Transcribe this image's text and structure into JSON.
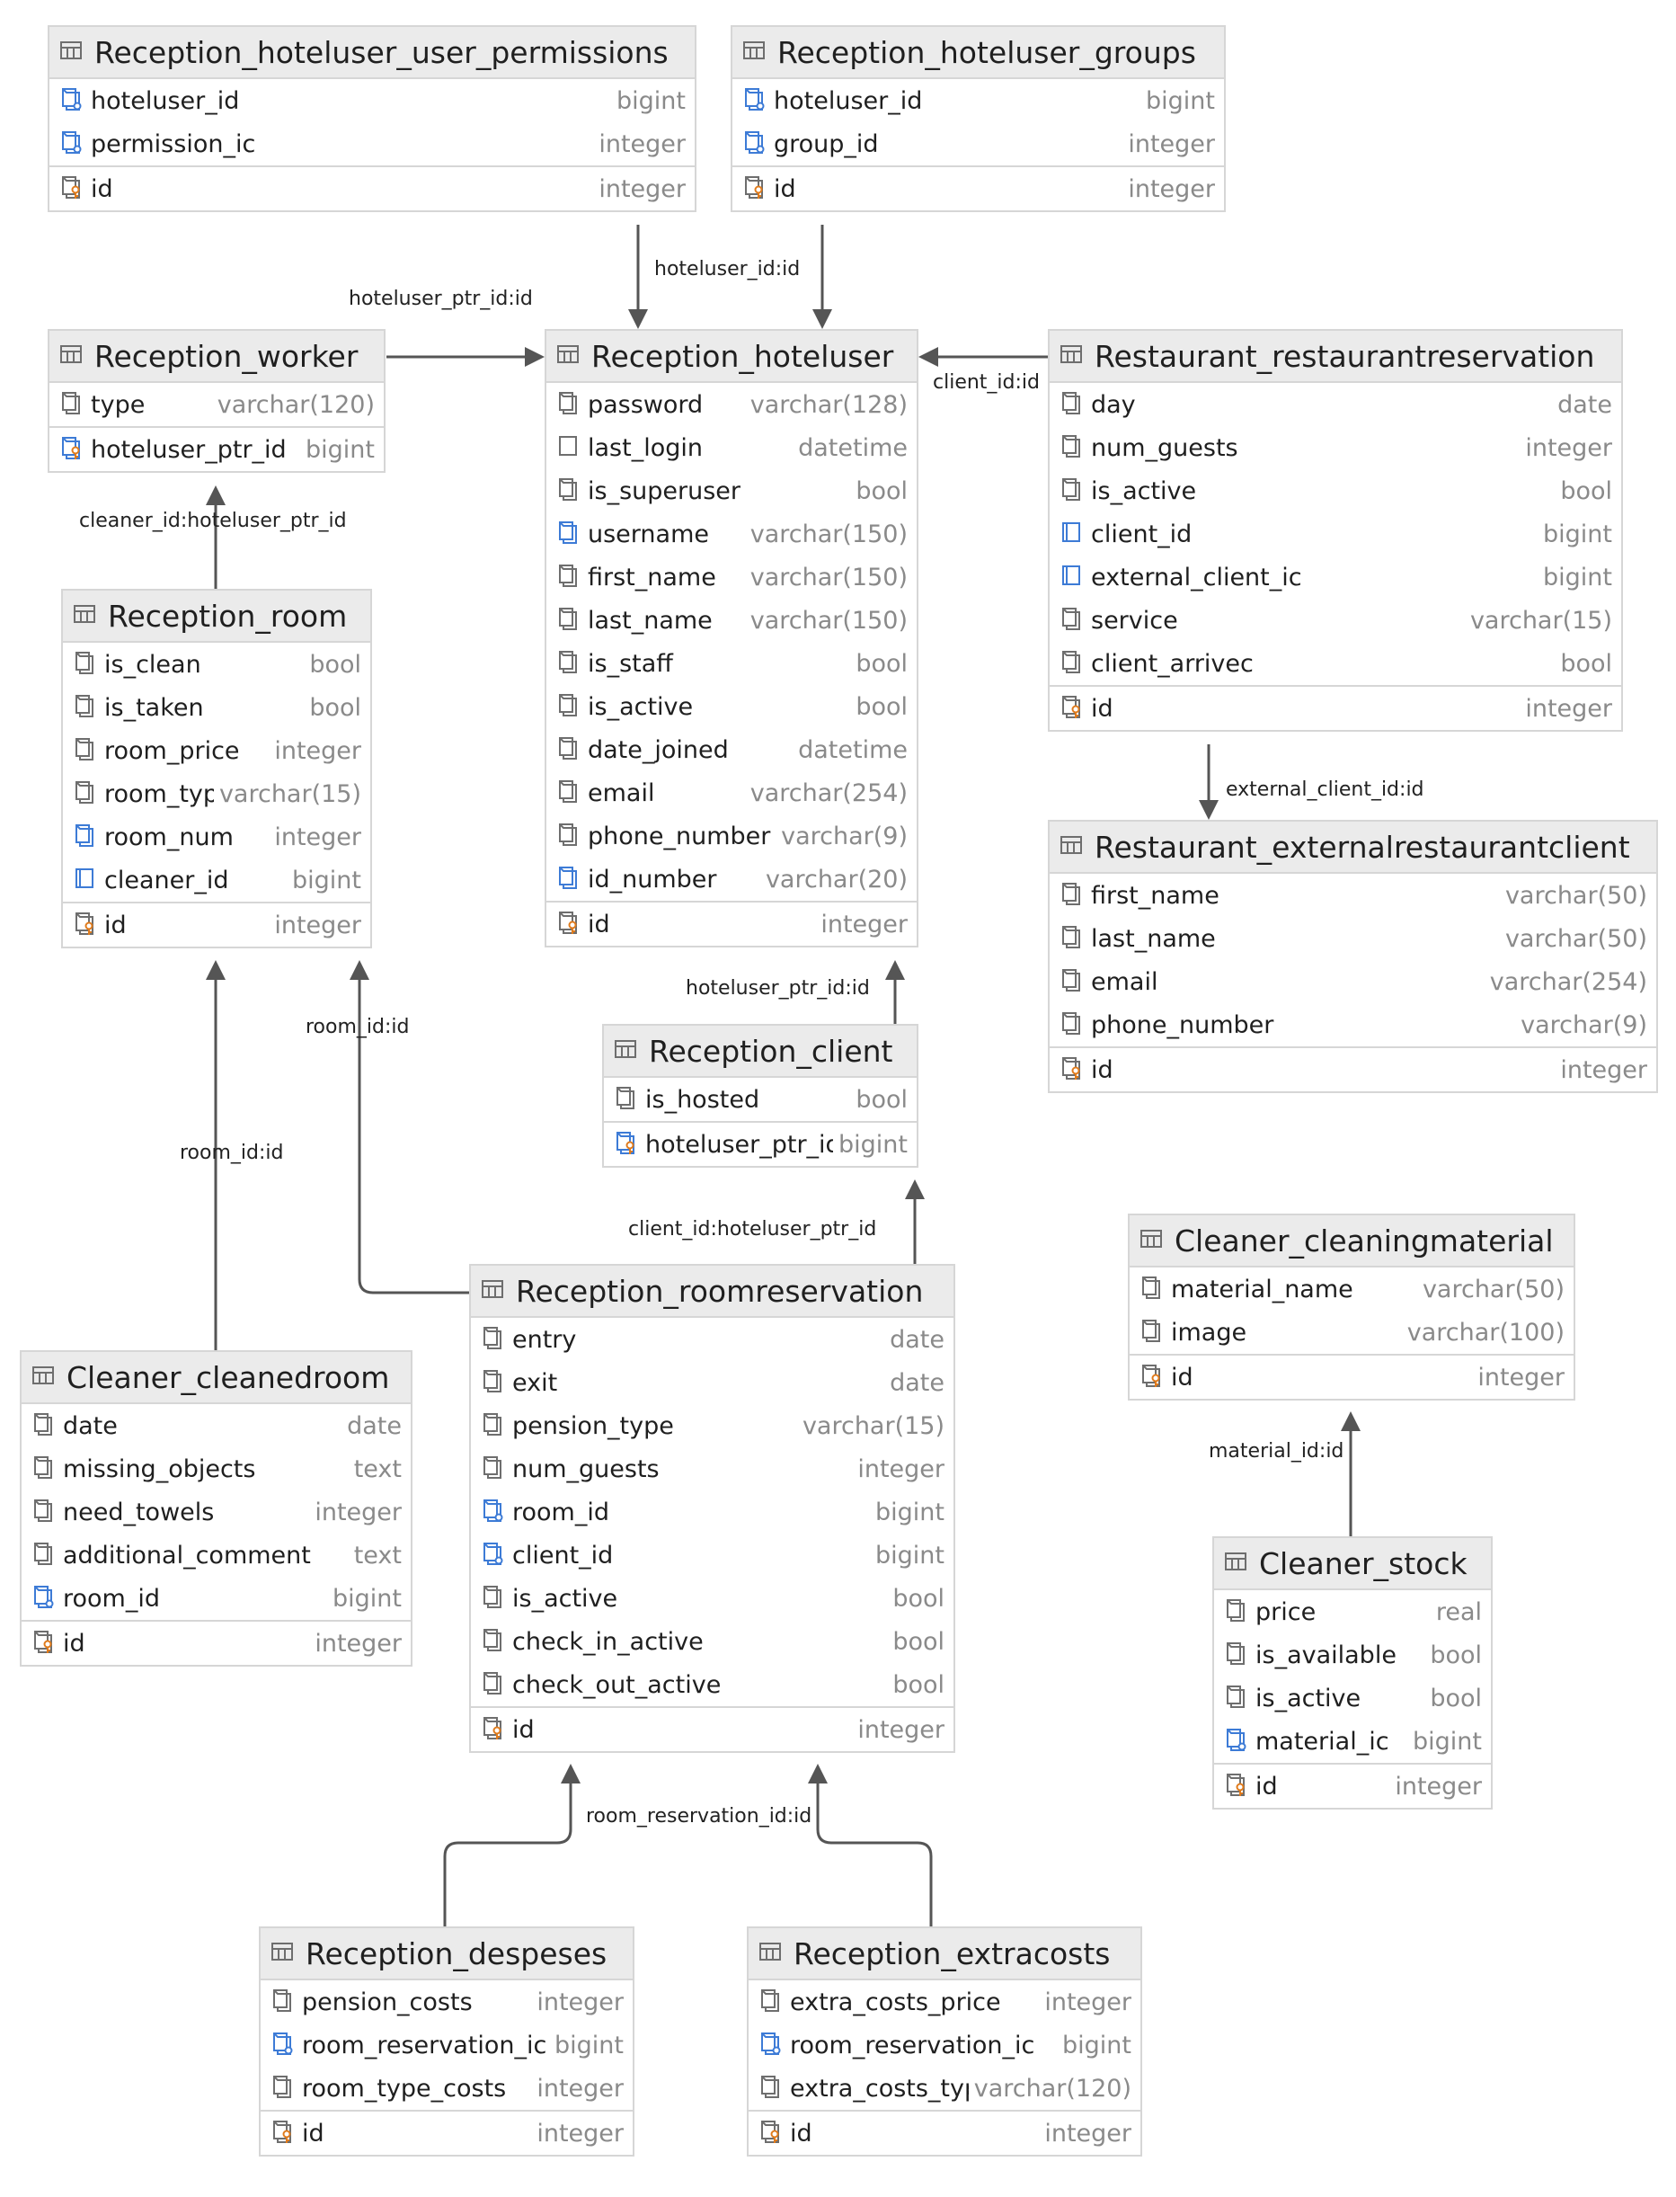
{
  "colors": {
    "header_bg": "#ebebeb",
    "border": "#d6d6d6",
    "line": "#555555",
    "fk_icon": "#3d7bd6",
    "pk_key": "#e07b1c",
    "type_text": "#8a8a8a"
  },
  "tables": {
    "user_permissions": {
      "title": "Reception_hoteluser_user_permissions",
      "columns": [
        {
          "name": "hoteluser_id",
          "type": "bigint",
          "icon": "foreign-key-icon"
        },
        {
          "name": "permission_ic",
          "type": "integer",
          "icon": "foreign-key-icon"
        }
      ],
      "pk": {
        "name": "id",
        "type": "integer",
        "icon": "primary-key-icon"
      }
    },
    "groups": {
      "title": "Reception_hoteluser_groups",
      "columns": [
        {
          "name": "hoteluser_id",
          "type": "bigint",
          "icon": "foreign-key-icon"
        },
        {
          "name": "group_id",
          "type": "integer",
          "icon": "foreign-key-icon"
        }
      ],
      "pk": {
        "name": "id",
        "type": "integer",
        "icon": "primary-key-icon"
      }
    },
    "worker": {
      "title": "Reception_worker",
      "columns": [
        {
          "name": "type",
          "type": "varchar(120)",
          "icon": "column-icon"
        }
      ],
      "pk": {
        "name": "hoteluser_ptr_id",
        "type": "bigint",
        "icon": "primary-foreign-key-icon"
      }
    },
    "hoteluser": {
      "title": "Reception_hoteluser",
      "columns": [
        {
          "name": "password",
          "type": "varchar(128)",
          "icon": "column-icon"
        },
        {
          "name": "last_login",
          "type": "datetime",
          "icon": "nullable-column-icon"
        },
        {
          "name": "is_superuser",
          "type": "bool",
          "icon": "column-icon"
        },
        {
          "name": "username",
          "type": "varchar(150)",
          "icon": "unique-column-icon"
        },
        {
          "name": "first_name",
          "type": "varchar(150)",
          "icon": "column-icon"
        },
        {
          "name": "last_name",
          "type": "varchar(150)",
          "icon": "column-icon"
        },
        {
          "name": "is_staff",
          "type": "bool",
          "icon": "column-icon"
        },
        {
          "name": "is_active",
          "type": "bool",
          "icon": "column-icon"
        },
        {
          "name": "date_joined",
          "type": "datetime",
          "icon": "column-icon"
        },
        {
          "name": "email",
          "type": "varchar(254)",
          "icon": "column-icon"
        },
        {
          "name": "phone_number",
          "type": "varchar(9)",
          "icon": "column-icon"
        },
        {
          "name": "id_number",
          "type": "varchar(20)",
          "icon": "unique-column-icon"
        }
      ],
      "pk": {
        "name": "id",
        "type": "integer",
        "icon": "primary-key-icon"
      }
    },
    "restaurantreservation": {
      "title": "Restaurant_restaurantreservation",
      "columns": [
        {
          "name": "day",
          "type": "date",
          "icon": "column-icon"
        },
        {
          "name": "num_guests",
          "type": "integer",
          "icon": "column-icon"
        },
        {
          "name": "is_active",
          "type": "bool",
          "icon": "column-icon"
        },
        {
          "name": "client_id",
          "type": "bigint",
          "icon": "nullable-foreign-key-icon"
        },
        {
          "name": "external_client_ic",
          "type": "bigint",
          "icon": "nullable-foreign-key-icon"
        },
        {
          "name": "service",
          "type": "varchar(15)",
          "icon": "column-icon"
        },
        {
          "name": "client_arrivec",
          "type": "bool",
          "icon": "column-icon"
        }
      ],
      "pk": {
        "name": "id",
        "type": "integer",
        "icon": "primary-key-icon"
      }
    },
    "room": {
      "title": "Reception_room",
      "columns": [
        {
          "name": "is_clean",
          "type": "bool",
          "icon": "column-icon"
        },
        {
          "name": "is_taken",
          "type": "bool",
          "icon": "column-icon"
        },
        {
          "name": "room_price",
          "type": "integer",
          "icon": "column-icon"
        },
        {
          "name": "room_type",
          "type": "varchar(15)",
          "icon": "column-icon"
        },
        {
          "name": "room_num",
          "type": "integer",
          "icon": "unique-column-icon"
        },
        {
          "name": "cleaner_id",
          "type": "bigint",
          "icon": "nullable-foreign-key-icon"
        }
      ],
      "pk": {
        "name": "id",
        "type": "integer",
        "icon": "primary-key-icon"
      }
    },
    "externalclient": {
      "title": "Restaurant_externalrestaurantclient",
      "columns": [
        {
          "name": "first_name",
          "type": "varchar(50)",
          "icon": "column-icon"
        },
        {
          "name": "last_name",
          "type": "varchar(50)",
          "icon": "column-icon"
        },
        {
          "name": "email",
          "type": "varchar(254)",
          "icon": "column-icon"
        },
        {
          "name": "phone_number",
          "type": "varchar(9)",
          "icon": "column-icon"
        }
      ],
      "pk": {
        "name": "id",
        "type": "integer",
        "icon": "primary-key-icon"
      }
    },
    "client": {
      "title": "Reception_client",
      "columns": [
        {
          "name": "is_hosted",
          "type": "bool",
          "icon": "column-icon"
        }
      ],
      "pk": {
        "name": "hoteluser_ptr_id",
        "type": "bigint",
        "icon": "primary-foreign-key-icon"
      }
    },
    "cleaningmaterial": {
      "title": "Cleaner_cleaningmaterial",
      "columns": [
        {
          "name": "material_name",
          "type": "varchar(50)",
          "icon": "column-icon"
        },
        {
          "name": "image",
          "type": "varchar(100)",
          "icon": "column-icon"
        }
      ],
      "pk": {
        "name": "id",
        "type": "integer",
        "icon": "primary-key-icon"
      }
    },
    "roomreservation": {
      "title": "Reception_roomreservation",
      "columns": [
        {
          "name": "entry",
          "type": "date",
          "icon": "column-icon"
        },
        {
          "name": "exit",
          "type": "date",
          "icon": "column-icon"
        },
        {
          "name": "pension_type",
          "type": "varchar(15)",
          "icon": "column-icon"
        },
        {
          "name": "num_guests",
          "type": "integer",
          "icon": "column-icon"
        },
        {
          "name": "room_id",
          "type": "bigint",
          "icon": "foreign-key-icon"
        },
        {
          "name": "client_id",
          "type": "bigint",
          "icon": "foreign-key-icon"
        },
        {
          "name": "is_active",
          "type": "bool",
          "icon": "column-icon"
        },
        {
          "name": "check_in_active",
          "type": "bool",
          "icon": "column-icon"
        },
        {
          "name": "check_out_active",
          "type": "bool",
          "icon": "column-icon"
        }
      ],
      "pk": {
        "name": "id",
        "type": "integer",
        "icon": "primary-key-icon"
      }
    },
    "cleanedroom": {
      "title": "Cleaner_cleanedroom",
      "columns": [
        {
          "name": "date",
          "type": "date",
          "icon": "column-icon"
        },
        {
          "name": "missing_objects",
          "type": "text",
          "icon": "column-icon"
        },
        {
          "name": "need_towels",
          "type": "integer",
          "icon": "column-icon"
        },
        {
          "name": "additional_comment",
          "type": "text",
          "icon": "column-icon"
        },
        {
          "name": "room_id",
          "type": "bigint",
          "icon": "foreign-key-icon"
        }
      ],
      "pk": {
        "name": "id",
        "type": "integer",
        "icon": "primary-key-icon"
      }
    },
    "stock": {
      "title": "Cleaner_stock",
      "columns": [
        {
          "name": "price",
          "type": "real",
          "icon": "column-icon"
        },
        {
          "name": "is_available",
          "type": "bool",
          "icon": "column-icon"
        },
        {
          "name": "is_active",
          "type": "bool",
          "icon": "column-icon"
        },
        {
          "name": "material_ic",
          "type": "bigint",
          "icon": "foreign-key-icon"
        }
      ],
      "pk": {
        "name": "id",
        "type": "integer",
        "icon": "primary-key-icon"
      }
    },
    "despeses": {
      "title": "Reception_despeses",
      "columns": [
        {
          "name": "pension_costs",
          "type": "integer",
          "icon": "column-icon"
        },
        {
          "name": "room_reservation_ic",
          "type": "bigint",
          "icon": "foreign-key-icon"
        },
        {
          "name": "room_type_costs",
          "type": "integer",
          "icon": "column-icon"
        }
      ],
      "pk": {
        "name": "id",
        "type": "integer",
        "icon": "primary-key-icon"
      }
    },
    "extracosts": {
      "title": "Reception_extracosts",
      "columns": [
        {
          "name": "extra_costs_price",
          "type": "integer",
          "icon": "column-icon"
        },
        {
          "name": "room_reservation_ic",
          "type": "bigint",
          "icon": "foreign-key-icon"
        },
        {
          "name": "extra_costs_type",
          "type": "varchar(120)",
          "icon": "column-icon"
        }
      ],
      "pk": {
        "name": "id",
        "type": "integer",
        "icon": "primary-key-icon"
      }
    }
  },
  "relations": [
    {
      "label": "hoteluser_id:id"
    },
    {
      "label": "hoteluser_ptr_id:id"
    },
    {
      "label": "client_id:id"
    },
    {
      "label": "external_client_id:id"
    },
    {
      "label": "cleaner_id:hoteluser_ptr_id"
    },
    {
      "label": "hoteluser_ptr_id:id"
    },
    {
      "label": "room_id:id"
    },
    {
      "label": "room_id:id"
    },
    {
      "label": "client_id:hoteluser_ptr_id"
    },
    {
      "label": "material_id:id"
    },
    {
      "label": "room_reservation_id:id"
    }
  ]
}
